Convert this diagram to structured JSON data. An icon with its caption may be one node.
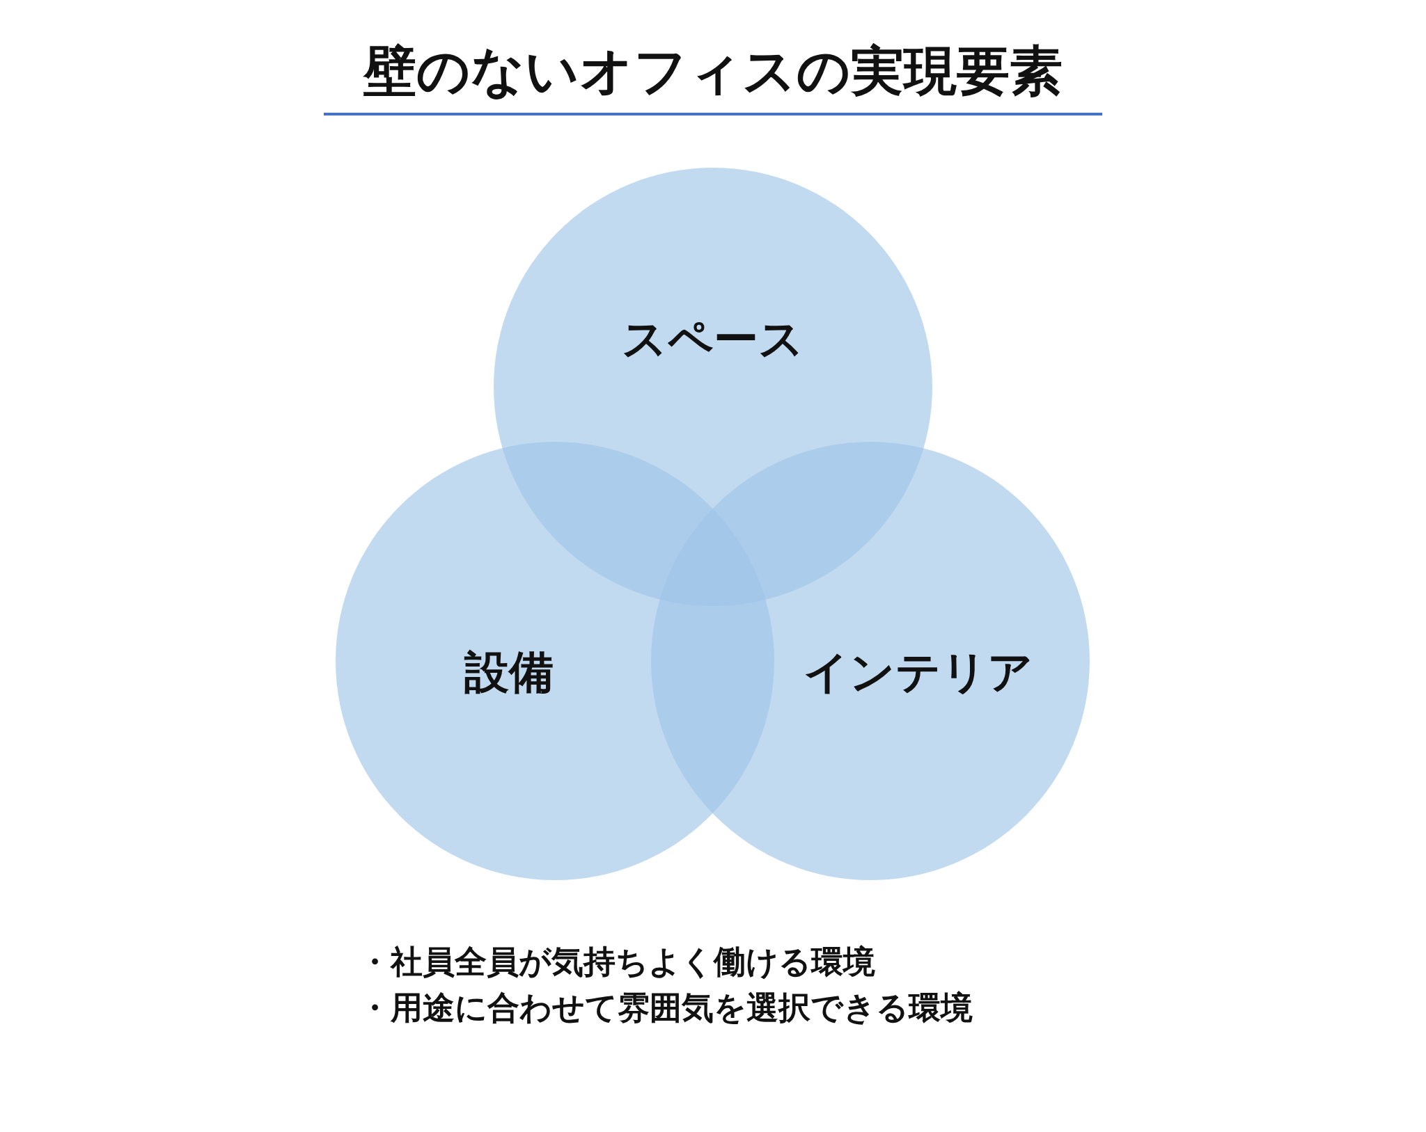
{
  "diagram": {
    "title": "壁のないオフィスの実現要素",
    "nodes": [
      {
        "text": [
          "スペース"
        ]
      },
      {
        "text": [
          "設備"
        ]
      },
      {
        "text": [
          "インテリア"
        ]
      }
    ],
    "labels": [
      "・社員全員が気持ちよく働ける環境",
      "・用途に合わせて雰囲気を選択できる環境"
    ]
  }
}
